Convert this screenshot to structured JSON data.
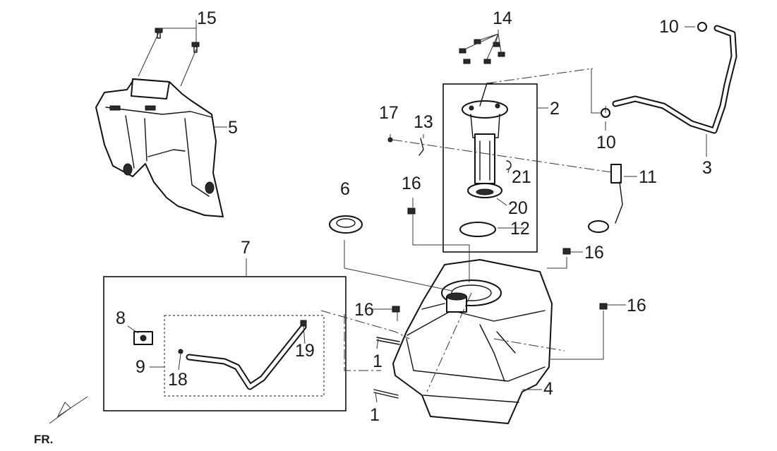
{
  "diagram": {
    "orientation_label": "FR.",
    "callouts": [
      {
        "id": "c1a",
        "text": "1"
      },
      {
        "id": "c1b",
        "text": "1"
      },
      {
        "id": "c2",
        "text": "2"
      },
      {
        "id": "c3",
        "text": "3"
      },
      {
        "id": "c4",
        "text": "4"
      },
      {
        "id": "c5",
        "text": "5"
      },
      {
        "id": "c6",
        "text": "6"
      },
      {
        "id": "c7",
        "text": "7"
      },
      {
        "id": "c8",
        "text": "8"
      },
      {
        "id": "c9",
        "text": "9"
      },
      {
        "id": "c10a",
        "text": "10"
      },
      {
        "id": "c10b",
        "text": "10"
      },
      {
        "id": "c11",
        "text": "11"
      },
      {
        "id": "c12",
        "text": "12"
      },
      {
        "id": "c13",
        "text": "13"
      },
      {
        "id": "c14",
        "text": "14"
      },
      {
        "id": "c15",
        "text": "15"
      },
      {
        "id": "c16a",
        "text": "16"
      },
      {
        "id": "c16b",
        "text": "16"
      },
      {
        "id": "c16c",
        "text": "16"
      },
      {
        "id": "c16d",
        "text": "16"
      },
      {
        "id": "c17",
        "text": "17"
      },
      {
        "id": "c18",
        "text": "18"
      },
      {
        "id": "c19",
        "text": "19"
      },
      {
        "id": "c20",
        "text": "20"
      },
      {
        "id": "c21",
        "text": "21"
      }
    ]
  }
}
